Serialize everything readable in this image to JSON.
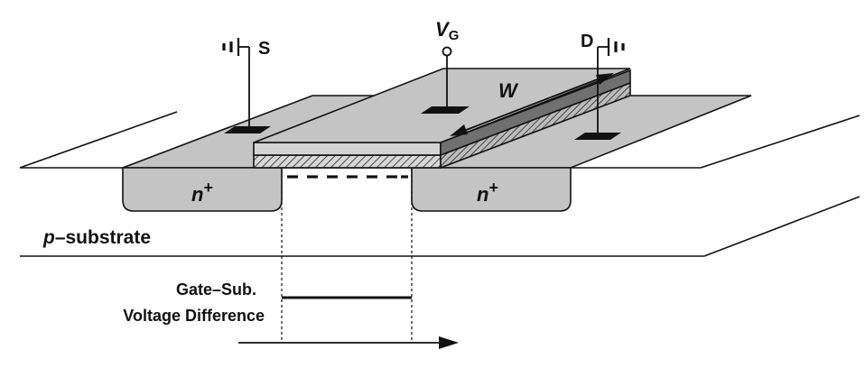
{
  "labels": {
    "source": "S",
    "drain": "D",
    "gate_v": "V",
    "gate_sub": "G",
    "width": "W",
    "n_left": "n",
    "n_right": "n",
    "n_sup": "+",
    "p_italic": "p",
    "substrate_rest": "–substrate",
    "caption_line1": "Gate–Sub.",
    "caption_line2": "Voltage Difference"
  },
  "colors": {
    "substrate_surface": "#c4c4c4",
    "ndiff": "#c4c4c4",
    "gate_top": "#c4c4c4",
    "gate_side": "#707070",
    "outline": "#111111",
    "contact": "#111111"
  }
}
